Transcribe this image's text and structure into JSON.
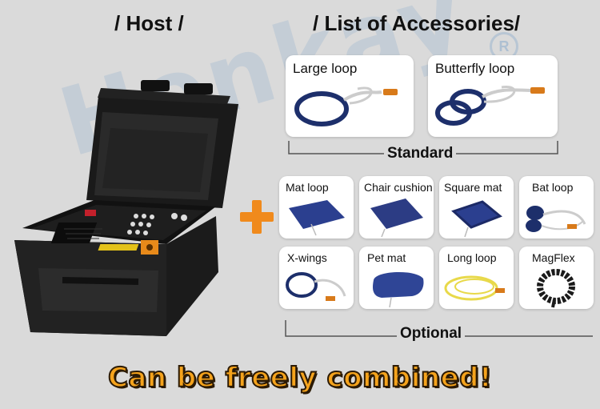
{
  "headings": {
    "host": "/ Host /",
    "accessories": "/ List of Accessories/"
  },
  "watermark": "Honkay",
  "watermark_reg": "R",
  "standard": {
    "label": "Standard",
    "items": [
      {
        "label": "Large loop"
      },
      {
        "label": "Butterfly loop"
      }
    ]
  },
  "optional": {
    "label": "Optional",
    "items": [
      {
        "label": "Mat loop"
      },
      {
        "label": "Chair cushion"
      },
      {
        "label": "Square mat"
      },
      {
        "label": "Bat loop"
      },
      {
        "label": "X-wings"
      },
      {
        "label": "Pet mat"
      },
      {
        "label": "Long loop"
      },
      {
        "label": "MagFlex"
      }
    ]
  },
  "banner": "Can be freely combined!",
  "colors": {
    "background": "#dadada",
    "accent_orange": "#f08a1c",
    "banner_text": "#f5a31c",
    "loop_navy": "#1d2f6b",
    "long_loop_yellow": "#e8d94a"
  }
}
